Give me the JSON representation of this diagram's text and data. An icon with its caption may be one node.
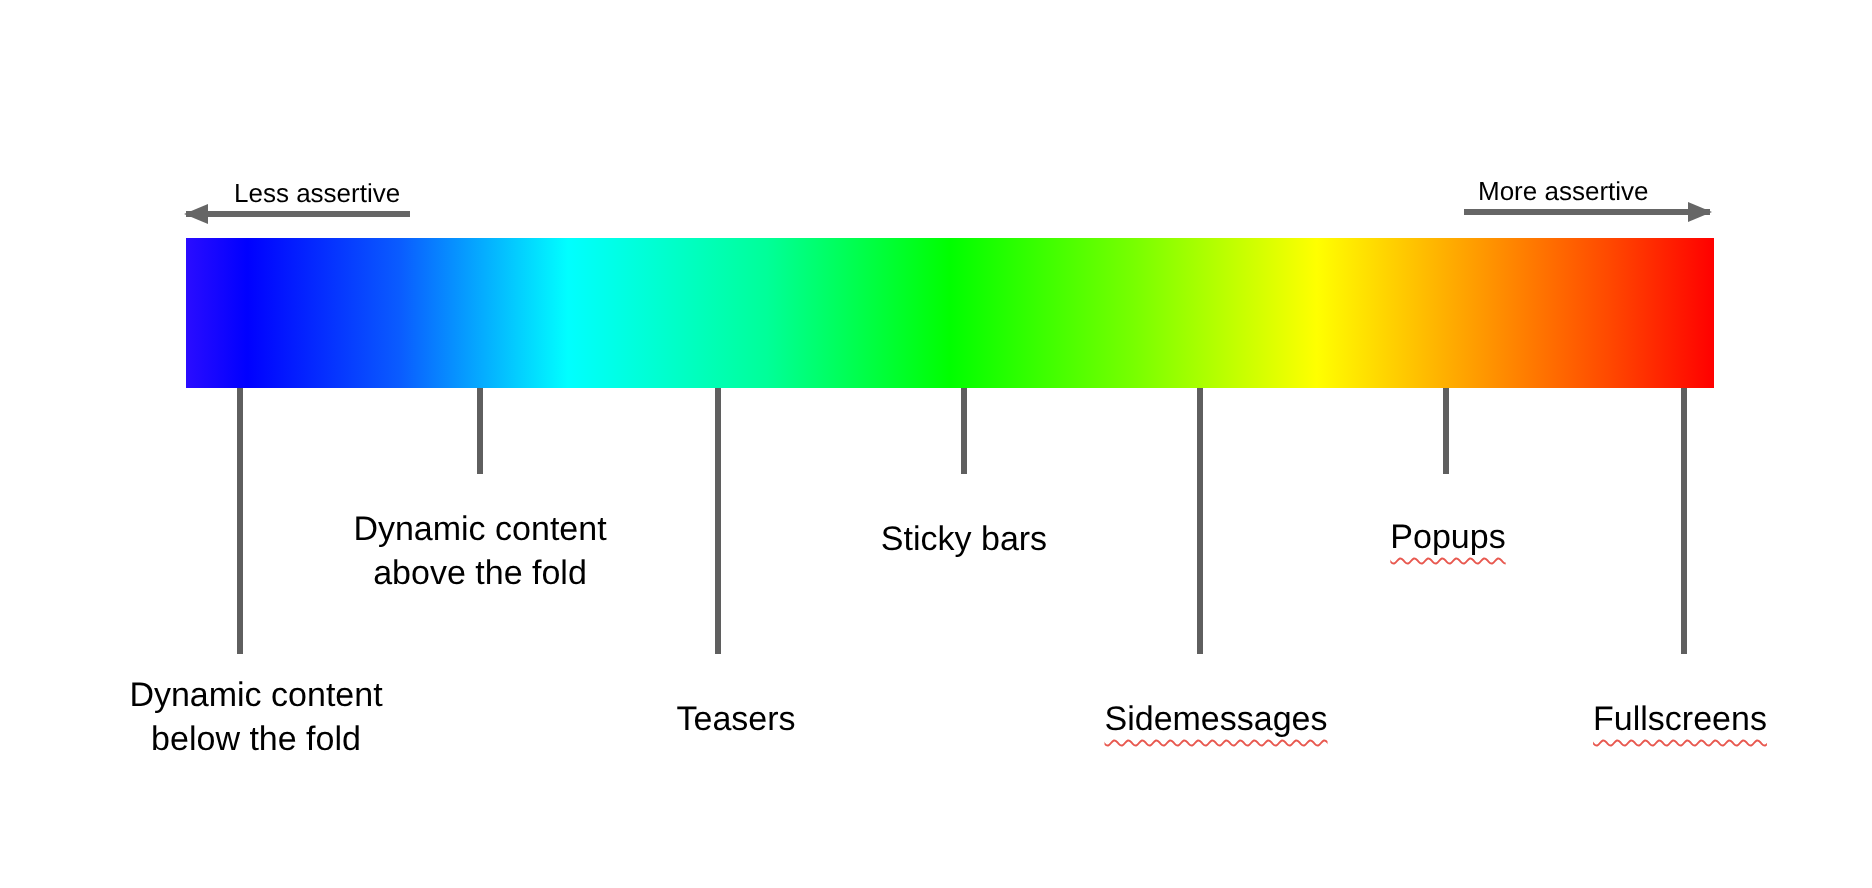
{
  "diagram": {
    "nodes": [
      {
        "text": [],
        "shape": "bar"
      },
      {
        "text": [
          "Dynamic content below the fold"
        ]
      },
      {
        "text": [
          "Dynamic content above the fold"
        ]
      },
      {
        "text": [
          "Teasers"
        ]
      },
      {
        "text": [
          "Sticky bars"
        ]
      },
      {
        "text": [
          "Sidemessages"
        ]
      },
      {
        "text": [
          "Popups"
        ]
      },
      {
        "text": [
          "Fullscreens"
        ]
      }
    ],
    "edges": [
      {
        "from": 1,
        "to": 0,
        "arrow": "none"
      },
      {
        "from": 2,
        "to": 0,
        "arrow": "none"
      },
      {
        "from": 3,
        "to": 0,
        "arrow": "none"
      },
      {
        "from": 4,
        "to": 0,
        "arrow": "none"
      },
      {
        "from": 5,
        "to": 0,
        "arrow": "none"
      },
      {
        "from": 6,
        "to": 0,
        "arrow": "none"
      },
      {
        "from": 7,
        "to": 0,
        "arrow": "none"
      }
    ],
    "labels": [
      "Less assertive",
      "More assertive"
    ]
  }
}
